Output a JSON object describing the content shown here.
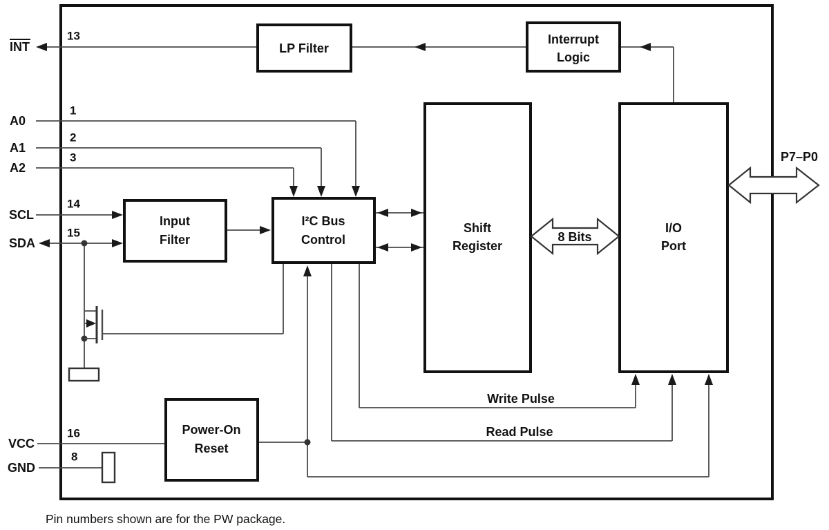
{
  "palette": {
    "ink": "#111111",
    "wire": "#4a4a4a",
    "background": "#ffffff"
  },
  "diagram": {
    "caption": "Pin numbers shown are for the PW package.",
    "pins": {
      "int": {
        "label": "INT",
        "number": "13"
      },
      "a0": {
        "label": "A0",
        "number": "1"
      },
      "a1": {
        "label": "A1",
        "number": "2"
      },
      "a2": {
        "label": "A2",
        "number": "3"
      },
      "scl": {
        "label": "SCL",
        "number": "14"
      },
      "sda": {
        "label": "SDA",
        "number": "15"
      },
      "vcc": {
        "label": "VCC",
        "number": "16"
      },
      "gnd": {
        "label": "GND",
        "number": "8"
      },
      "port": {
        "label": "P7–P0"
      }
    },
    "blocks": {
      "lp_filter": {
        "label": "LP Filter"
      },
      "interrupt_logic": {
        "line1": "Interrupt",
        "line2": "Logic"
      },
      "shift_register": {
        "line1": "Shift",
        "line2": "Register"
      },
      "io_port": {
        "line1": "I/O",
        "line2": "Port"
      },
      "input_filter": {
        "line1": "Input",
        "line2": "Filter"
      },
      "i2c_bus_control": {
        "line1": "I²C Bus",
        "line2": "Control"
      },
      "power_on_reset": {
        "line1": "Power-On",
        "line2": "Reset"
      }
    },
    "bus": {
      "eight_bits": "8 Bits"
    },
    "signals": {
      "write_pulse": "Write Pulse",
      "read_pulse": "Read Pulse"
    }
  }
}
